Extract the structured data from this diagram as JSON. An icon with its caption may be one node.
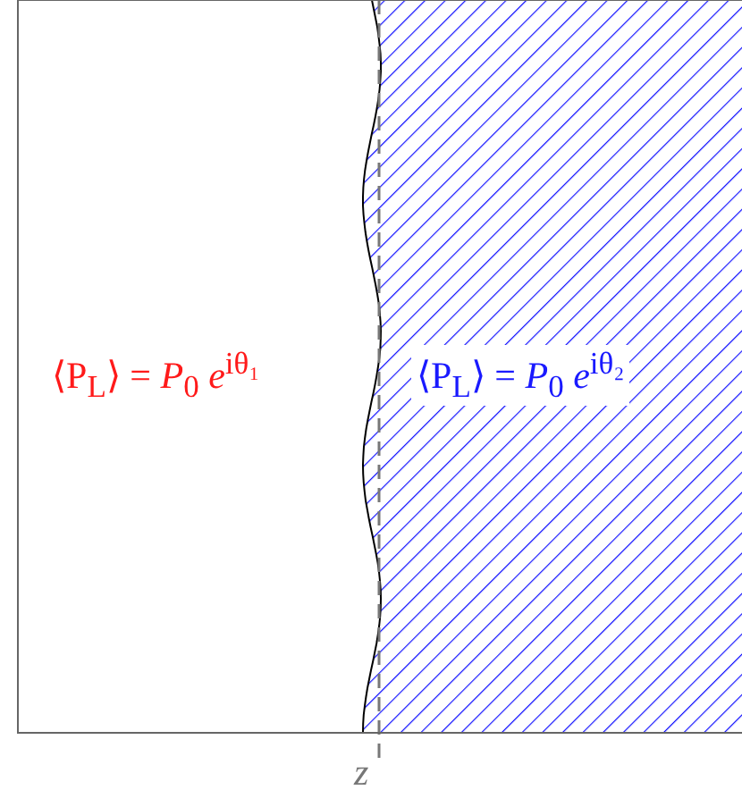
{
  "diagram": {
    "nodes": [
      {
        "text": [
          "⟨P$_{L}$⟩ = *P*$_{0}$ *e*$^{iθ₁}$"
        ]
      },
      {
        "text": [
          "⟨P$_{L}$⟩ = *P*$_{0}$ *e*$^{iθ₂}$"
        ]
      }
    ],
    "labels": [
      "*z*"
    ]
  }
}
